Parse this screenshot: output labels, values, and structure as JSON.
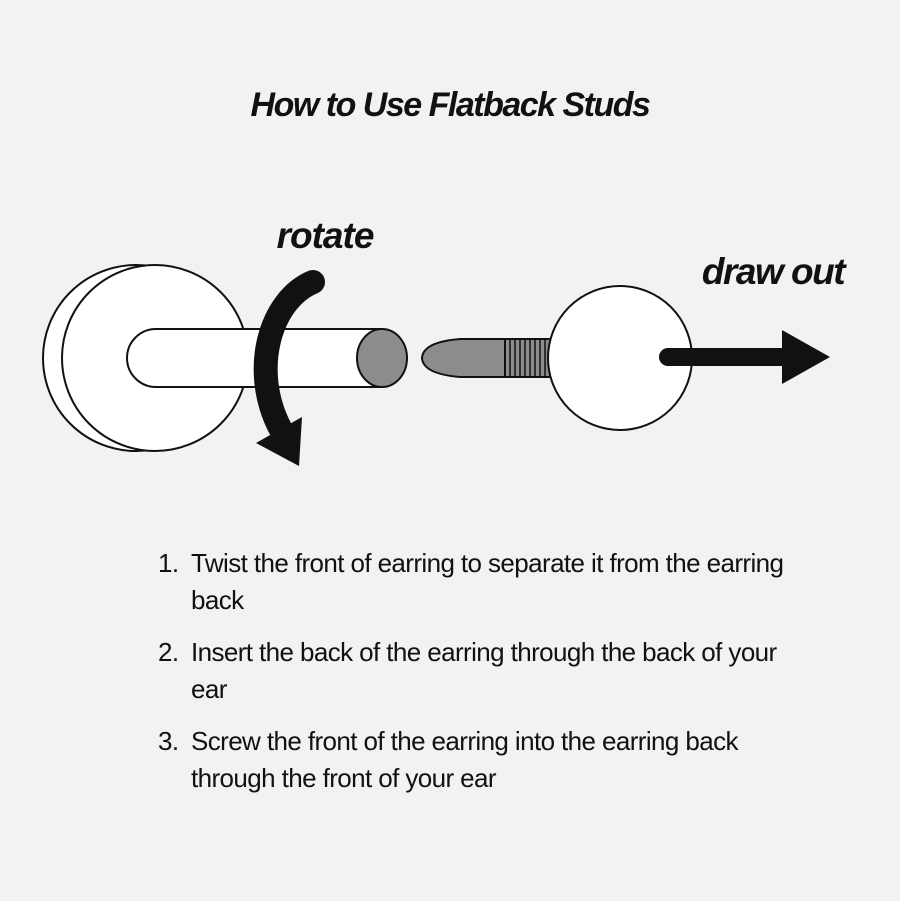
{
  "title": "How to Use Flatback Studs",
  "labels": {
    "rotate": "rotate",
    "draw_out": "draw out"
  },
  "icons": [
    "rotate-arrow-icon",
    "draw-out-arrow-icon"
  ],
  "steps": [
    {
      "number": "1.",
      "text": "Twist the front of earring to separate it from the earring back"
    },
    {
      "number": "2.",
      "text": "Insert the back of the earring through the back of your ear"
    },
    {
      "number": "3.",
      "text": "Screw the front of the earring into the earring back through the front of your ear"
    }
  ]
}
